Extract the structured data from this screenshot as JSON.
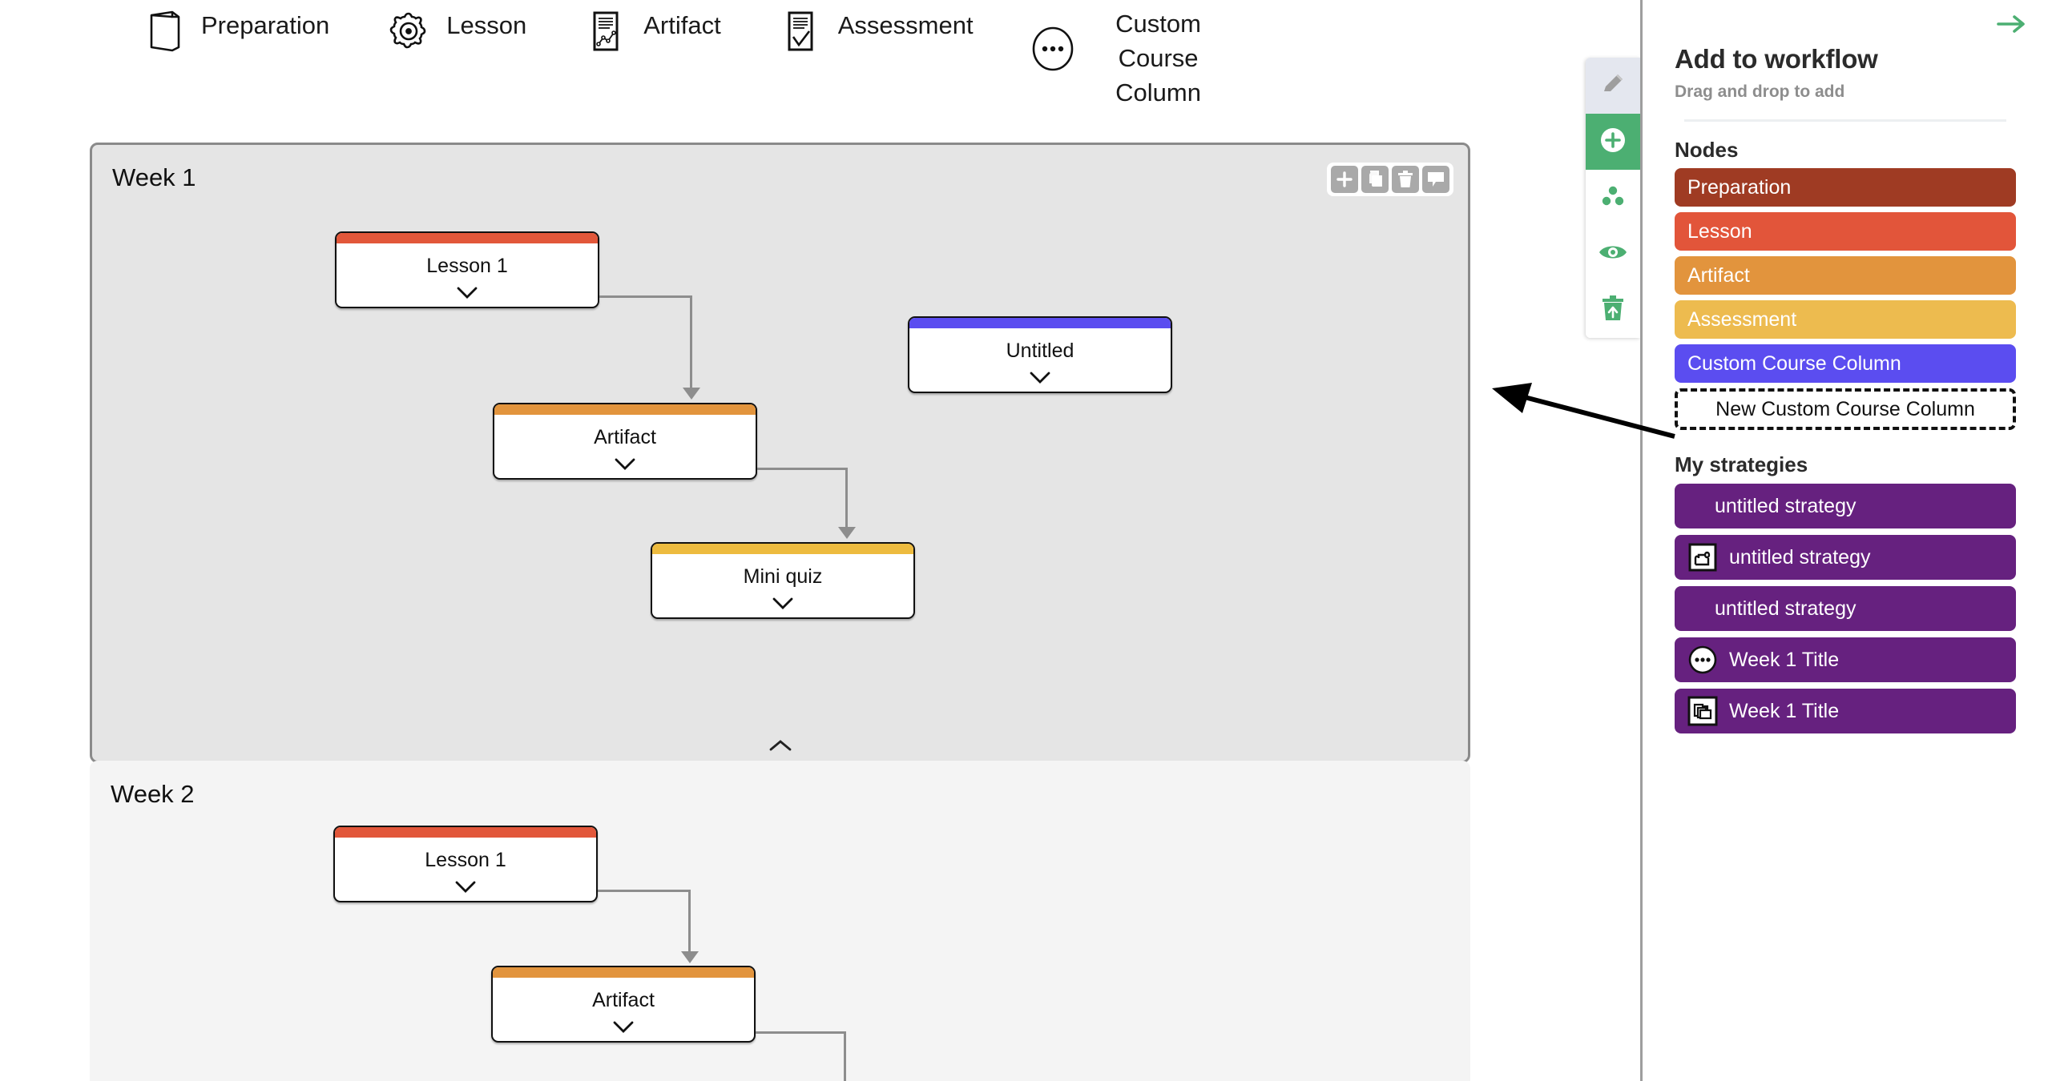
{
  "legend": {
    "items": [
      {
        "icon": "book-icon",
        "label": "Preparation"
      },
      {
        "icon": "gear-icon",
        "label": "Lesson"
      },
      {
        "icon": "document-chart-icon",
        "label": "Artifact"
      },
      {
        "icon": "document-check-icon",
        "label": "Assessment"
      },
      {
        "icon": "ellipsis-circle-icon",
        "label": "Custom\nCourse\nColumn"
      }
    ]
  },
  "canvas": {
    "weeks": [
      {
        "title": "Week 1",
        "toolbar": [
          {
            "icon": "plus-icon",
            "name": "add-node-button"
          },
          {
            "icon": "duplicate-icon",
            "name": "duplicate-week-button"
          },
          {
            "icon": "trash-icon",
            "name": "delete-week-button"
          },
          {
            "icon": "comment-icon",
            "name": "comment-button"
          }
        ],
        "collapse_icon": "chevron-up-icon",
        "nodes": [
          {
            "title": "Lesson 1",
            "bar_color": "#e2573a",
            "chevron": "chevron-down-icon"
          },
          {
            "title": "Artifact",
            "bar_color": "#e2943d",
            "chevron": "chevron-down-icon"
          },
          {
            "title": "Mini quiz",
            "bar_color": "#edbb3f",
            "chevron": "chevron-down-icon"
          },
          {
            "title": "Untitled",
            "bar_color": "#5b4df0",
            "chevron": "chevron-down-icon"
          }
        ]
      },
      {
        "title": "Week 2",
        "nodes": [
          {
            "title": "Lesson 1",
            "bar_color": "#e2573a",
            "chevron": "chevron-down-icon"
          },
          {
            "title": "Artifact",
            "bar_color": "#e2943d",
            "chevron": "chevron-down-icon"
          }
        ]
      }
    ]
  },
  "rail": {
    "buttons": [
      {
        "icon": "pencil-icon",
        "name": "edit-tool",
        "state": "inactive"
      },
      {
        "icon": "plus-circle-icon",
        "name": "add-tool",
        "state": "active"
      },
      {
        "icon": "three-dots-cluster-icon",
        "name": "outcomes-tool",
        "state": "inactive"
      },
      {
        "icon": "eye-icon",
        "name": "preview-tool",
        "state": "inactive"
      },
      {
        "icon": "trash-restore-icon",
        "name": "restore-tool",
        "state": "inactive"
      }
    ]
  },
  "panel": {
    "collapse_icon": "arrow-right-icon",
    "title": "Add to workflow",
    "subtitle": "Drag and drop to add",
    "nodes_heading": "Nodes",
    "nodes": [
      {
        "label": "Preparation",
        "color": "#9f3b23"
      },
      {
        "label": "Lesson",
        "color": "#e2553a"
      },
      {
        "label": "Artifact",
        "color": "#e2943d"
      },
      {
        "label": "Assessment",
        "color": "#edbb4f"
      },
      {
        "label": "Custom Course Column",
        "color": "#5b4df0"
      }
    ],
    "new_node": {
      "label": "New Custom Course Column"
    },
    "strategies_heading": "My strategies",
    "strategies": [
      {
        "label": "untitled strategy",
        "icon": "",
        "color": "#66217f"
      },
      {
        "label": "untitled strategy",
        "icon": "puzzle-icon",
        "color": "#66217f"
      },
      {
        "label": "untitled strategy",
        "icon": "",
        "color": "#66217f"
      },
      {
        "label": "Week 1 Title",
        "icon": "ellipsis-circle-icon",
        "color": "#66217f"
      },
      {
        "label": "Week 1 Title",
        "icon": "stacked-cards-icon",
        "color": "#66217f"
      }
    ]
  },
  "colors": {
    "accent_green": "#4caf72",
    "week1_bg": "#e5e5e5",
    "week2_bg": "#f4f4f4",
    "connector": "#8d8d8d"
  }
}
